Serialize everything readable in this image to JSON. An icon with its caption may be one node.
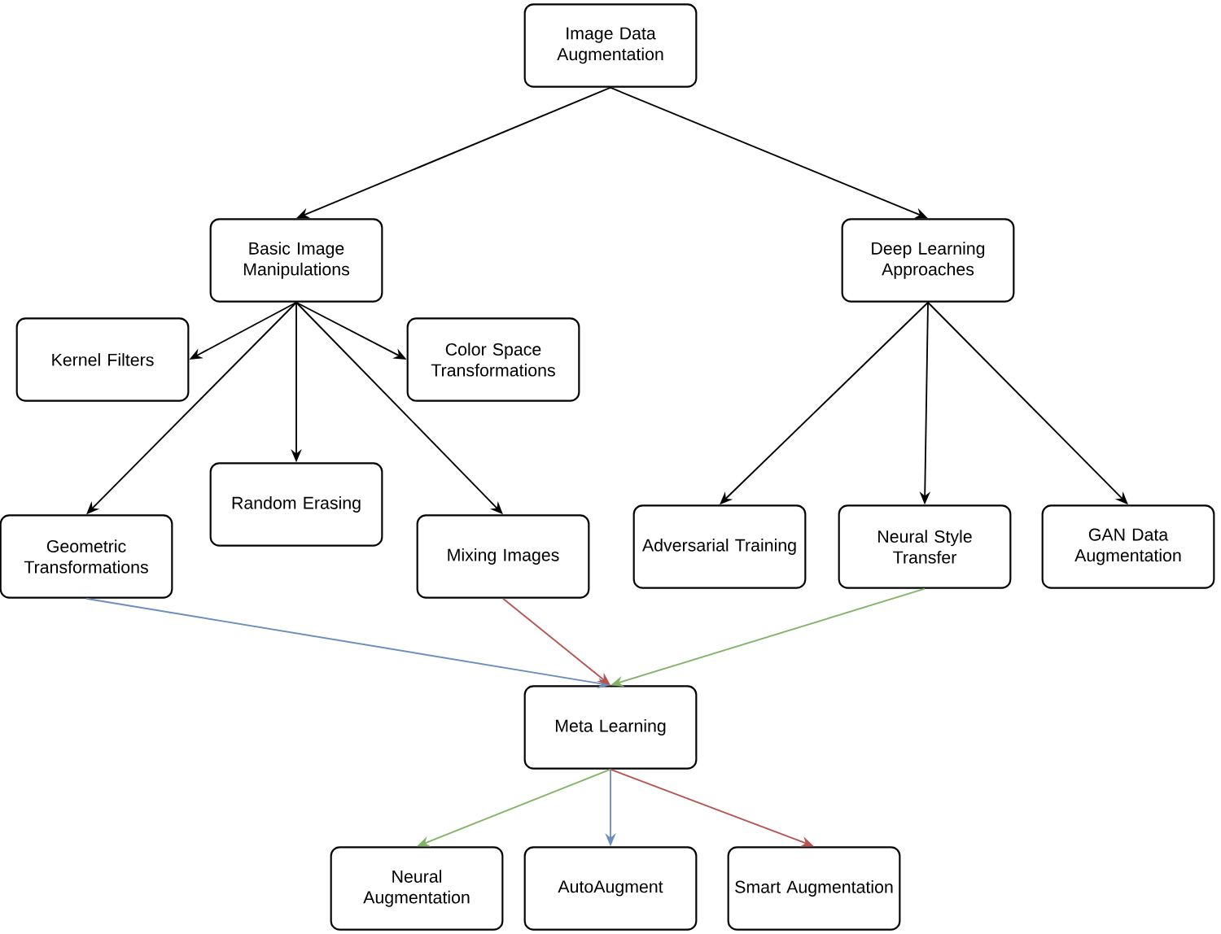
{
  "diagram": {
    "nodes": [
      {
        "text": [
          "Image Data Augmentation"
        ]
      },
      {
        "text": [
          "Basic Image Manipulations"
        ]
      },
      {
        "text": [
          "Deep Learning Approaches"
        ]
      },
      {
        "text": [
          "Kernel Filters"
        ]
      },
      {
        "text": [
          "Color Space Transformations"
        ]
      },
      {
        "text": [
          "Random Erasing"
        ]
      },
      {
        "text": [
          "Geometric Transformations"
        ]
      },
      {
        "text": [
          "Mixing Images"
        ]
      },
      {
        "text": [
          "Adversarial Training"
        ]
      },
      {
        "text": [
          "Neural Style Transfer"
        ]
      },
      {
        "text": [
          "GAN Data Augmentation"
        ]
      },
      {
        "text": [
          "Meta Learning"
        ]
      },
      {
        "text": [
          "Neural Augmentation"
        ]
      },
      {
        "text": [
          "AutoAugment"
        ]
      },
      {
        "text": [
          "Smart Augmentation"
        ]
      }
    ],
    "edges": [
      {
        "from": 0,
        "to": 1,
        "arrow": "to"
      },
      {
        "from": 0,
        "to": 2,
        "arrow": "to"
      },
      {
        "from": 1,
        "to": 3,
        "arrow": "to"
      },
      {
        "from": 1,
        "to": 4,
        "arrow": "to"
      },
      {
        "from": 1,
        "to": 5,
        "arrow": "to"
      },
      {
        "from": 1,
        "to": 6,
        "arrow": "to"
      },
      {
        "from": 1,
        "to": 7,
        "arrow": "to"
      },
      {
        "from": 2,
        "to": 8,
        "arrow": "to"
      },
      {
        "from": 2,
        "to": 9,
        "arrow": "to"
      },
      {
        "from": 2,
        "to": 10,
        "arrow": "to"
      },
      {
        "from": 6,
        "to": 11,
        "arrow": "to",
        "color": "#6c8ebf"
      },
      {
        "from": 7,
        "to": 11,
        "arrow": "to",
        "color": "#b85450"
      },
      {
        "from": 9,
        "to": 11,
        "arrow": "to",
        "color": "#82b366"
      },
      {
        "from": 11,
        "to": 12,
        "arrow": "to",
        "color": "#82b366"
      },
      {
        "from": 11,
        "to": 13,
        "arrow": "to",
        "color": "#6c8ebf"
      },
      {
        "from": 11,
        "to": 14,
        "arrow": "to",
        "color": "#b85450"
      }
    ]
  }
}
